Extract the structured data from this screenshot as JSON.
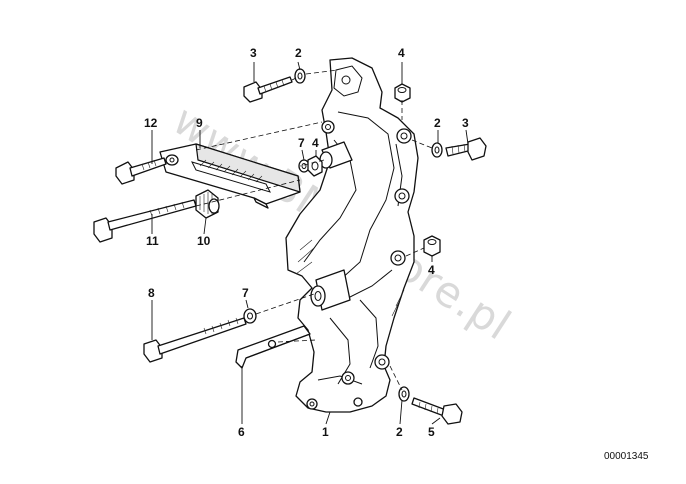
{
  "callouts": {
    "c3_top": "3",
    "c2_top": "2",
    "c4_top": "4",
    "c12": "12",
    "c9": "9",
    "c7_mid": "7",
    "c4_mid": "4",
    "c2_right": "2",
    "c3_right": "3",
    "c11": "11",
    "c10": "10",
    "c4_right": "4",
    "c8": "8",
    "c7_low": "7",
    "c6": "6",
    "c1": "1",
    "c2_bottom": "2",
    "c5": "5"
  },
  "reference_number": "00001345",
  "watermark": "www.BMWstore.pl"
}
